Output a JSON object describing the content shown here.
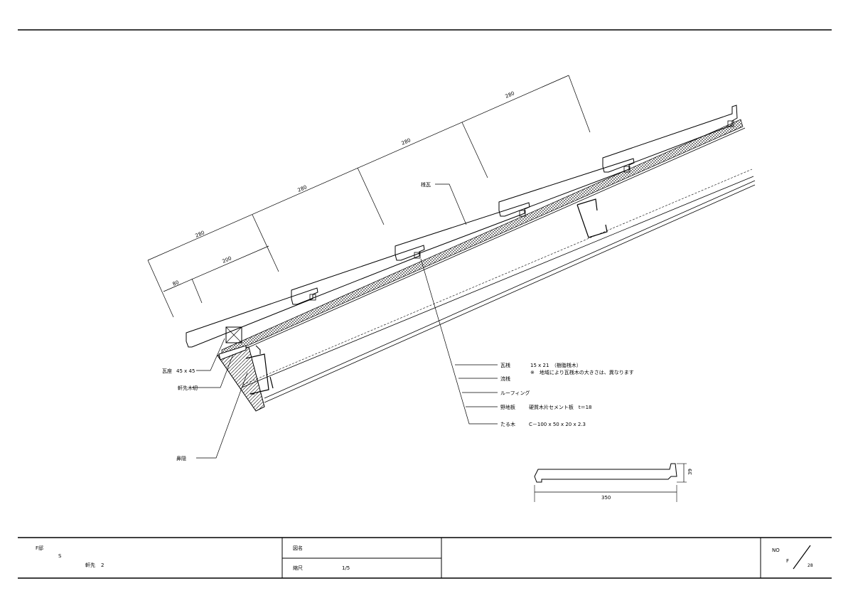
{
  "dimensions": {
    "main": [
      "280",
      "280",
      "280",
      "280"
    ],
    "eave_total": "200",
    "eave_offset": "80"
  },
  "labels": {
    "kiri_gawara": "桟瓦",
    "kawara_za": "瓦座",
    "kawara_za_size": "45 x 45",
    "nokisaki": "軒先木切",
    "hanakakushi": "鼻隠",
    "kawarasan": "瓦桟",
    "kawarasan_spec": "15 x 21　（樹脂桟木）",
    "kawarasan_note": "※　地域により瓦桟木の大きさは、異なります",
    "nagare_san": "流桟",
    "roofing": "ルーフィング",
    "nojiita": "野地板",
    "nojiita_spec": "硬質木片セメント板　t＝18",
    "taruki": "たる木",
    "taruki_spec": "C－100 x 50 x 20 x 2.3"
  },
  "detail_tile": {
    "width": "350",
    "height": "39"
  },
  "title_block": {
    "project": "F邸",
    "code": "S",
    "part": "軒先",
    "part_no": "2",
    "drawing_name_label": "図名",
    "scale_label": "縮尺",
    "scale_value": "1/5",
    "no_label": "NO",
    "no_prefix": "F",
    "no_number": "28"
  }
}
